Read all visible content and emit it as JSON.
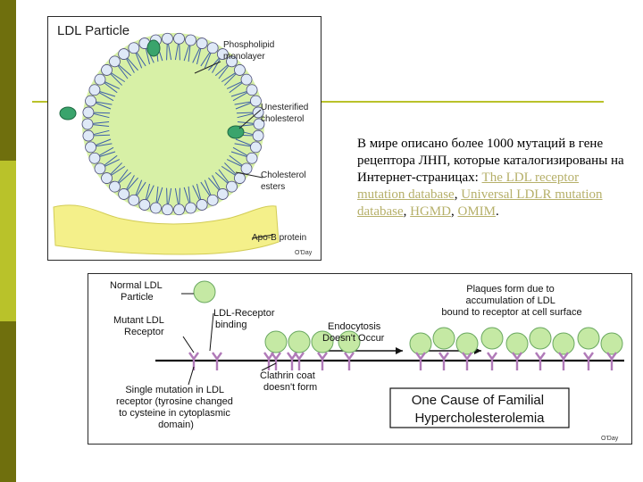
{
  "colors": {
    "sidebar_dark": "#6f6f0d",
    "sidebar_light": "#b9c22a",
    "rule": "#b9c22a",
    "particle_core": "#d7f0a6",
    "head": "#dfe9f7",
    "cholesterol": "#3aa46c",
    "apob": "#f4f08a",
    "link": "#b6b06a"
  },
  "figure1": {
    "title": "LDL Particle",
    "label_phospholipid": [
      "Phospholipid",
      "monolayer"
    ],
    "label_unesterified": [
      "Unesterified",
      "cholesterol"
    ],
    "label_esters": [
      "Cholesterol",
      "esters"
    ],
    "label_apob": "Apo-B protein",
    "credit": "O'Day"
  },
  "caption": {
    "text": "В мире описано более 1000 мутаций в гене рецептора ЛНП, которые каталогизированы на Интернет-страницах: ",
    "link1": "The LDL receptor mutation database",
    "sep1": ", ",
    "link2": "Universal LDLR mutation database",
    "sep2": ", ",
    "link3": "HGMD",
    "sep3": ", ",
    "link4": "OMIM",
    "end": "."
  },
  "figure2": {
    "label_normal": [
      "Normal LDL",
      "Particle"
    ],
    "label_mutant": [
      "Mutant LDL",
      "Receptor"
    ],
    "label_binding": [
      "LDL-Receptor",
      "binding"
    ],
    "label_endocytosis": [
      "Endocytosis",
      "Doesn't Occur"
    ],
    "label_plaques": [
      "Plaques form due to",
      "accumulation of LDL",
      "bound to receptor at cell surface"
    ],
    "label_clathrin": [
      "Clathrin coat",
      "doesn't form"
    ],
    "label_single": [
      "Single mutation in LDL",
      "receptor (tyrosine changed",
      "to cysteine in cytoplasmic",
      "domain)"
    ],
    "box_title": [
      "One Cause of Familial",
      "Hypercholesterolemia"
    ],
    "credit": "O'Day"
  }
}
